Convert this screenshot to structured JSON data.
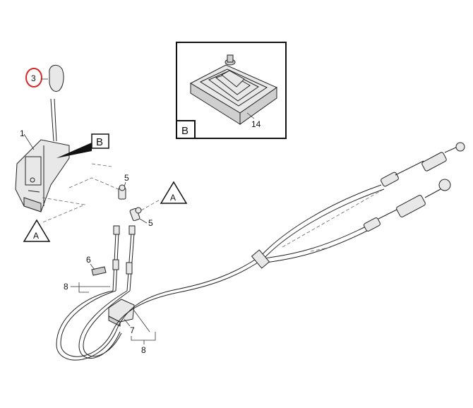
{
  "callouts": {
    "p1": "1",
    "p3": "3",
    "p5a": "5",
    "p5b": "5",
    "p6": "6",
    "p7": "7",
    "p8a": "8",
    "p8b": "8",
    "p14": "14"
  },
  "refs": {
    "b_flag": "B",
    "b_box": "B",
    "a_upper": "A",
    "a_lower": "A"
  },
  "highlight_color": "#d62828"
}
